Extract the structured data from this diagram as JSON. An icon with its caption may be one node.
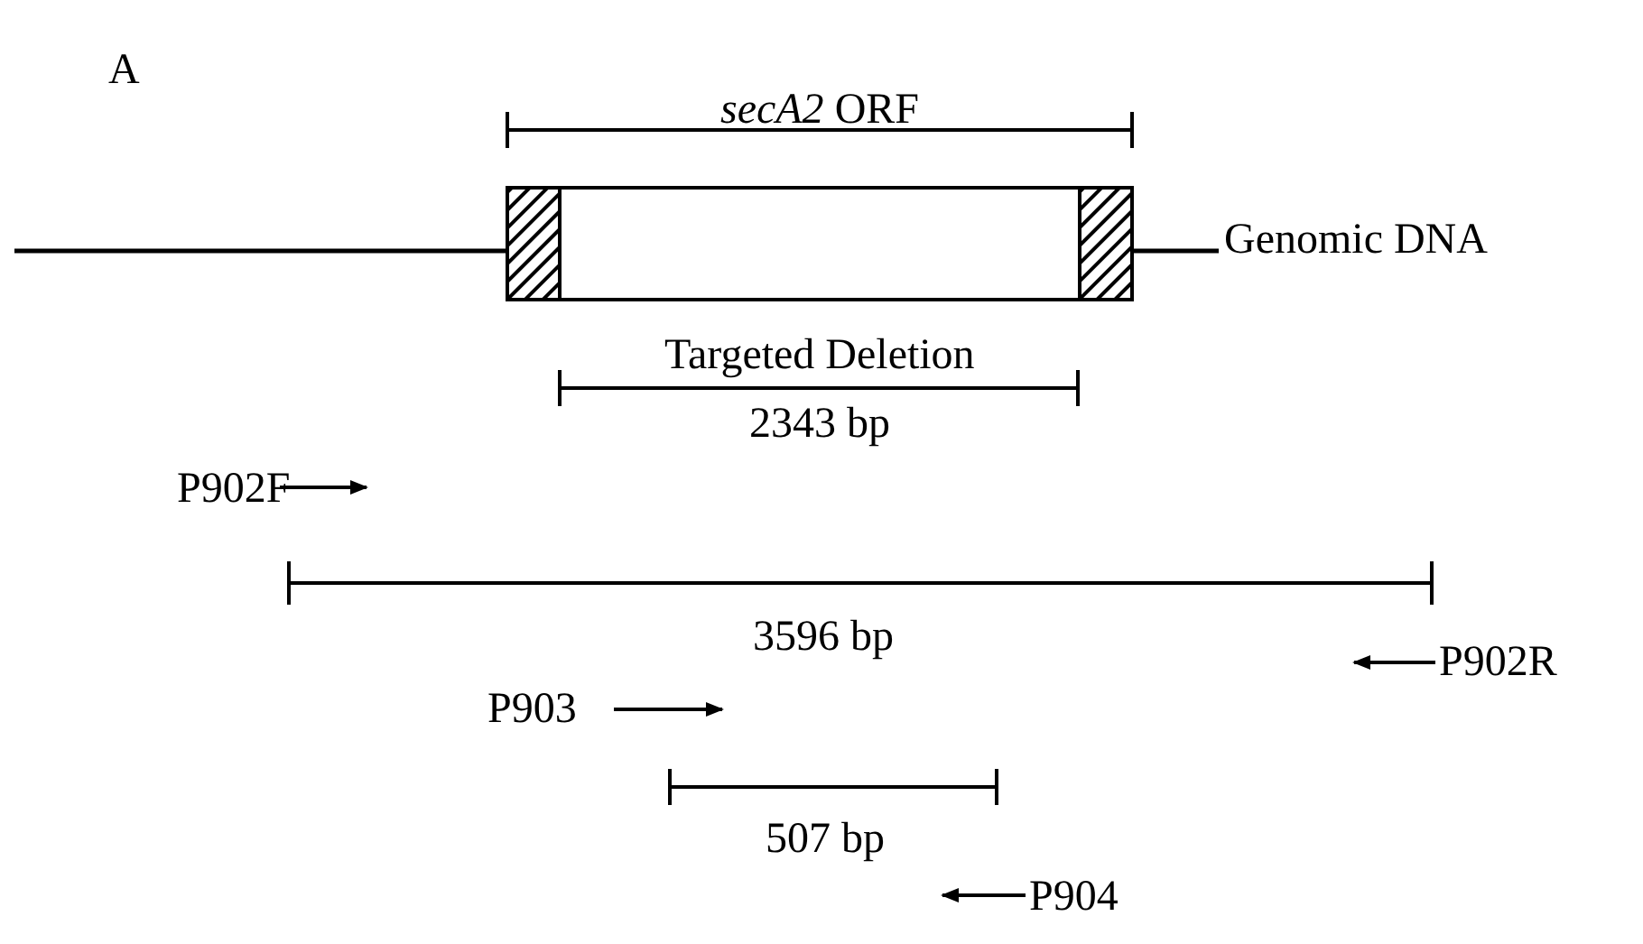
{
  "diagram": {
    "labels": [
      "A",
      "*secA2* ORF",
      "Genomic DNA",
      "Targeted Deletion",
      "2343 bp",
      "P902F",
      "3596 bp",
      "P902R",
      "P903",
      "507 bp",
      "P904"
    ]
  }
}
